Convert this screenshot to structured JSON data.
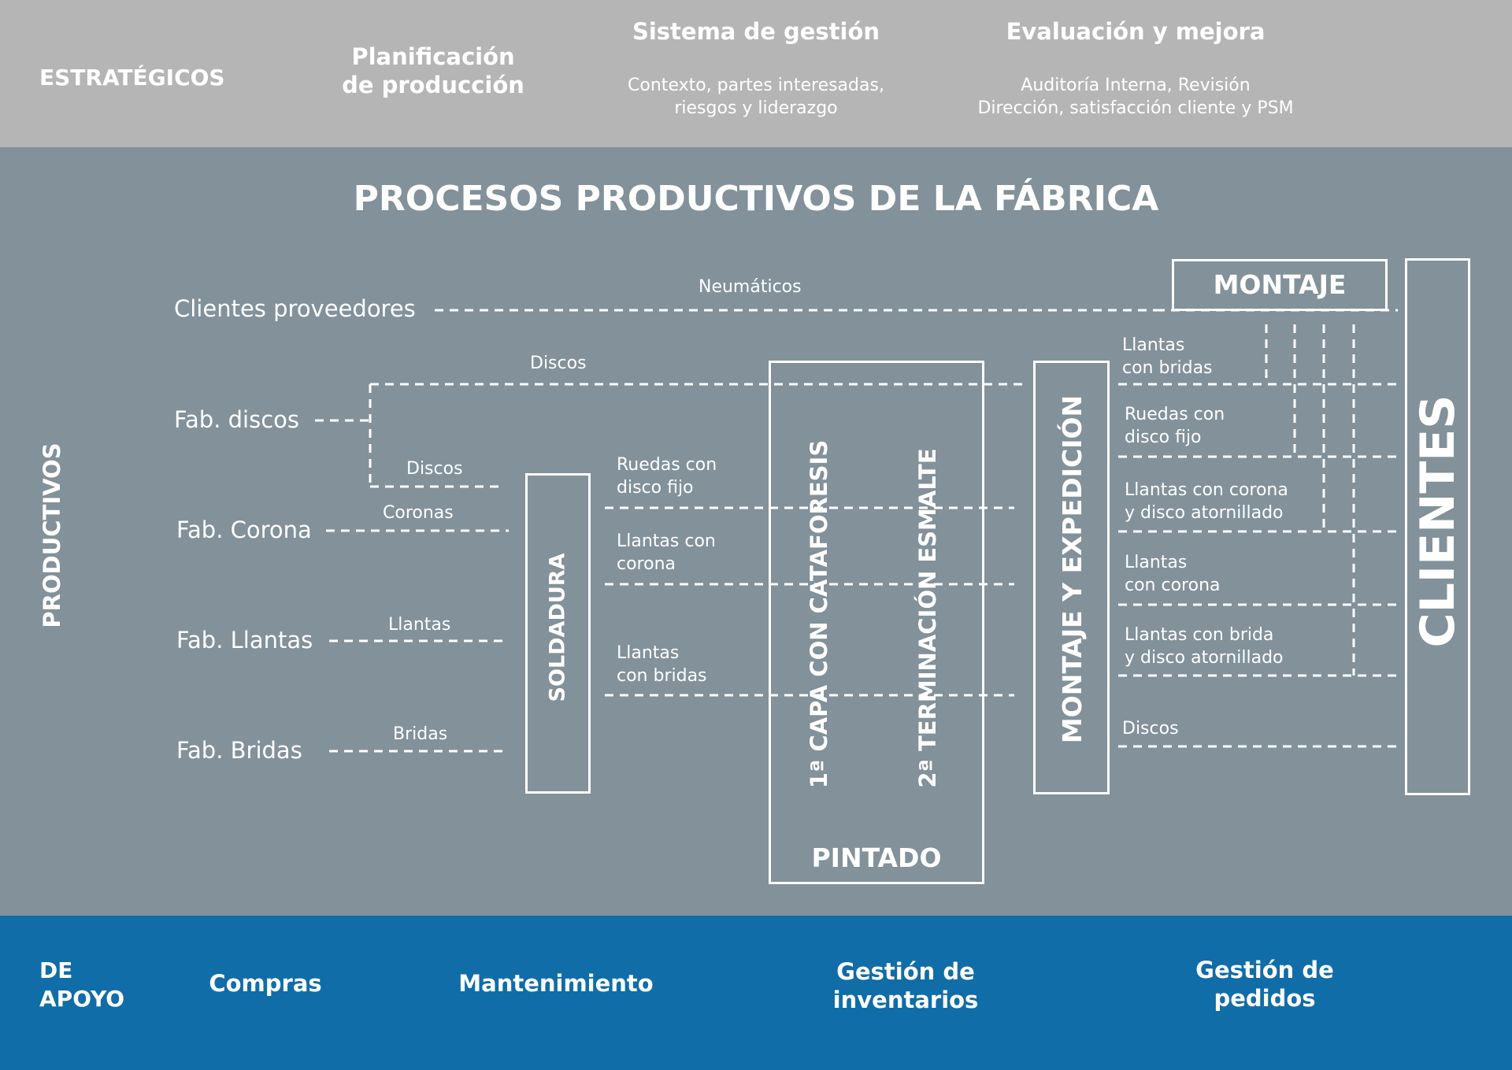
{
  "colors": {
    "strategic_band": "#b5b5b5",
    "productive_band": "#82919a",
    "support_band": "#106da8",
    "lines": "#ffffff"
  },
  "strategic": {
    "label": "ESTRATÉGICOS",
    "planning": "Planificación\nde producción",
    "management_title": "Sistema de gestión",
    "management_desc": "Contexto, partes interesadas,\nriesgos y liderazgo",
    "evaluation_title": "Evaluación y mejora",
    "evaluation_desc": "Auditoría Interna, Revisión\nDirección, satisfacción cliente y PSM"
  },
  "productive": {
    "title": "PROCESOS PRODUCTIVOS DE LA FÁBRICA",
    "side_label": "PRODUCTIVOS",
    "sources": {
      "clients_suppliers": "Clientes proveedores",
      "discs": "Fab. discos",
      "crown": "Fab. Corona",
      "rims": "Fab. Llantas",
      "flanges": "Fab. Bridas"
    },
    "flow_labels": {
      "tyres": "Neumáticos",
      "discs_top": "Discos",
      "discs_low": "Discos",
      "crowns": "Coronas",
      "rims": "Llantas",
      "flanges": "Bridas",
      "wheels_fixed_disc": "Ruedas con\ndisco fijo",
      "rims_crown": "Llantas con\ncorona",
      "rims_flanges": "Llantas\ncon bridas",
      "out_rims_flanges": "Llantas\ncon bridas",
      "out_wheels_fixed_disc": "Ruedas con\ndisco fijo",
      "out_rims_crown_bolted": "Llantas con corona\ny disco atornillado",
      "out_rims_crown": "Llantas\ncon corona",
      "out_rims_flange_bolted": "Llantas con brida\ny disco atornillado",
      "out_discs": "Discos"
    },
    "processes": {
      "welding": "SOLDADURA",
      "coat1": "1ª CAPA CON CATAFORESIS",
      "coat2": "2ª TERMINACIÓN ESMALTE",
      "painting": "PINTADO",
      "assembly_shipping": "MONTAJE Y\nEXPEDICIÓN",
      "assembly": "MONTAJE",
      "clients": "CLIENTES"
    }
  },
  "support": {
    "label": "DE\nAPOYO",
    "purchasing": "Compras",
    "maintenance": "Mantenimiento",
    "inventory": "Gestión de\ninventarios",
    "orders": "Gestión de\npedidos"
  }
}
